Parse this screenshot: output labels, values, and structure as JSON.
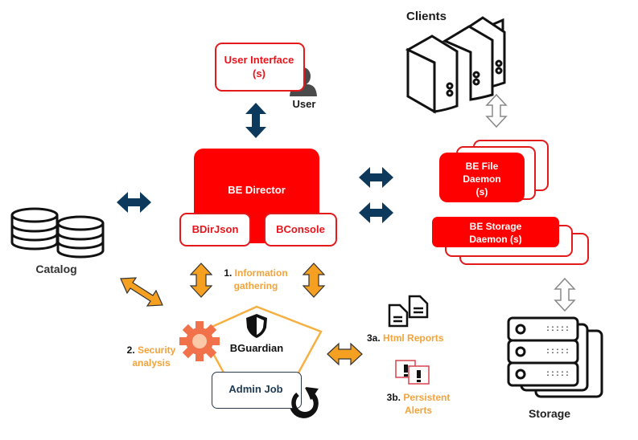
{
  "colors": {
    "red": "#ff0000",
    "dark_blue_arrow": "#0d3a5c",
    "orange_arrow": "#f5a020",
    "orange_text": "#f2a33a",
    "gear": "#f0714a",
    "pentagon_stroke": "#f5b041"
  },
  "nodes": {
    "user_interface": "User Interface\n(s)",
    "user": "User",
    "clients": "Clients",
    "be_director": "BE Director",
    "bdirjson": "BDirJson",
    "bconsole": "BConsole",
    "be_file_daemon": "BE File\nDaemon\n(s)",
    "be_storage_daemon": "BE Storage\nDaemon (s)",
    "catalog": "Catalog",
    "bguardian": "BGuardian",
    "admin_job": "Admin Job",
    "storage": "Storage"
  },
  "steps": {
    "info_num": "1.",
    "info_label": "Information\ngathering",
    "security_num": "2.",
    "security_label": "Security\nanalysis",
    "html_num": "3a.",
    "html_label": "Html Reports",
    "alerts_num": "3b.",
    "alerts_label": "Persistent\nAlerts"
  }
}
